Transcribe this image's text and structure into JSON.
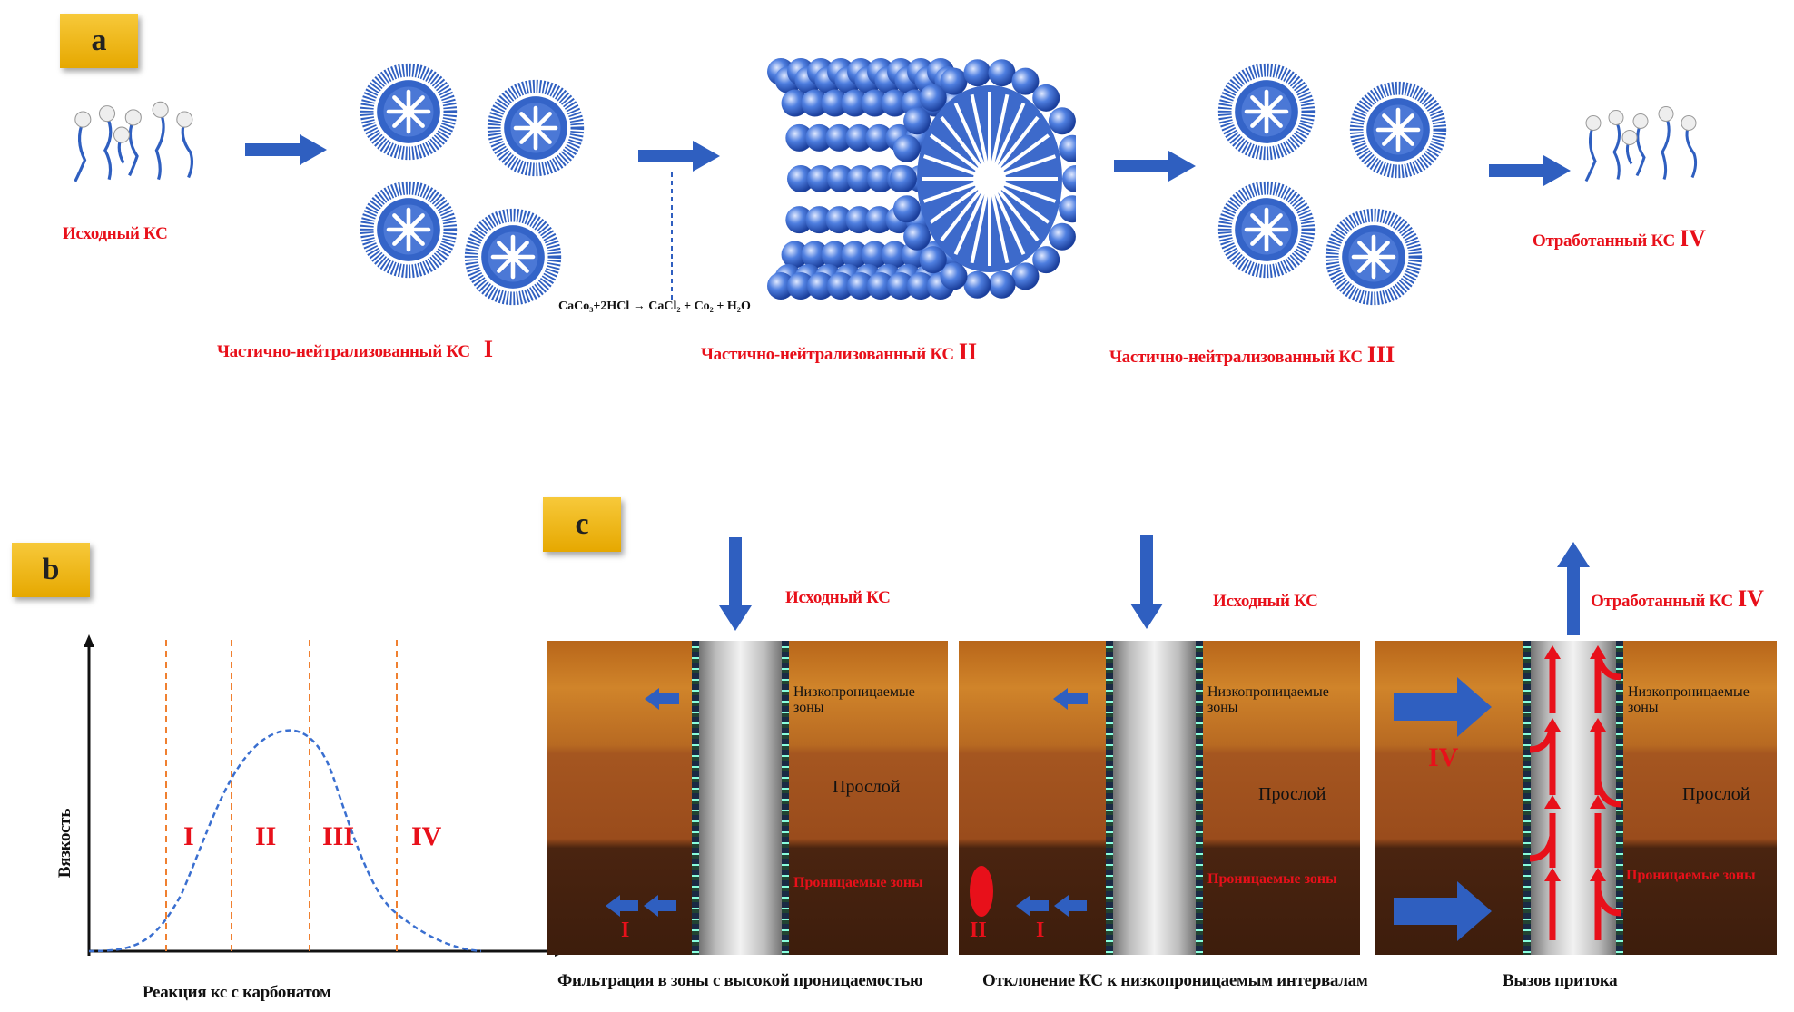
{
  "panel_a": {
    "badge": "a",
    "initial_label": "Исходный КС",
    "stage1_label": "Частично-нейтрализованный КС",
    "stage1_numeral": "I",
    "stage2_label": "Частично-нейтрализованный КС",
    "stage2_numeral": "II",
    "stage3_label": "Частично-нейтрализованный КС",
    "stage3_numeral": "III",
    "spent_label": "Отработанный КС",
    "spent_numeral": "IV",
    "equation": "CaCo₃+2HCl → CaCl₂ + Co₂ + H₂O"
  },
  "panel_b": {
    "badge": "b",
    "y_label": "Вязкость",
    "x_label": "Реакция кс с карбонатом",
    "zones": [
      "I",
      "II",
      "III",
      "IV"
    ]
  },
  "panel_c": {
    "badge": "c",
    "panels": [
      {
        "top_label": "Исходный КС",
        "low_perm": "Низкопроницаемые зоны",
        "interlayer": "Прослой",
        "perm": "Проницаемые зоны",
        "marker": "I",
        "caption": "Фильтрация в зоны с высокой проницаемостью"
      },
      {
        "top_label": "Исходный КС",
        "low_perm": "Низкопроницаемые зоны",
        "interlayer": "Прослой",
        "perm": "Проницаемые зоны",
        "marker": "I",
        "marker2": "II",
        "caption": "Отклонение КС к низкопроницаемым интервалам"
      },
      {
        "top_label": "Отработанный КС",
        "top_numeral": "IV",
        "low_perm": "Низкопроницаемые зоны",
        "interlayer": "Прослой",
        "perm": "Проницаемые зоны",
        "marker": "IV",
        "caption": "Вызов притока"
      }
    ]
  },
  "colors": {
    "accent_blue": "#2f5fc0",
    "label_red": "#e8101a",
    "badge_yellow": "#f2b90f"
  }
}
